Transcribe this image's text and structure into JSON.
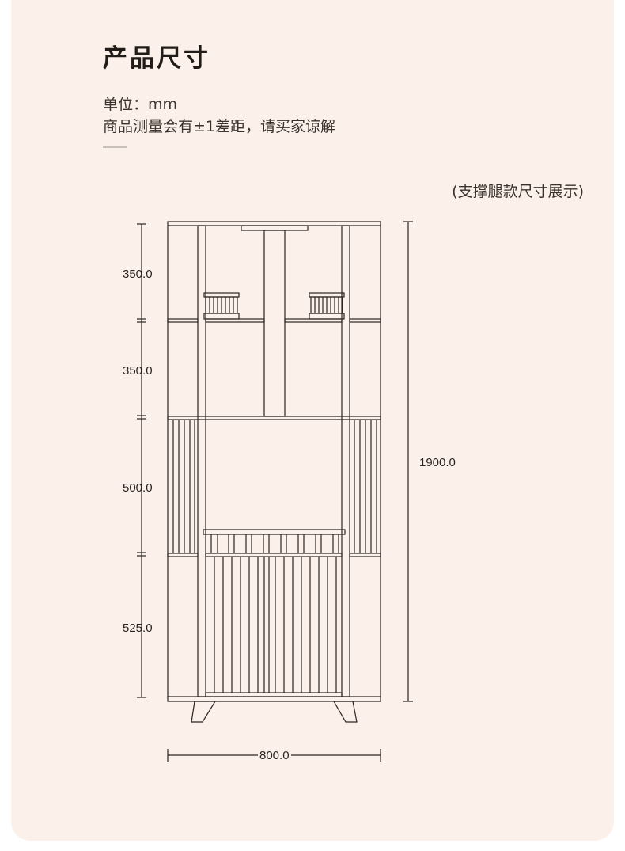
{
  "header": {
    "title": "产品尺寸",
    "unit_line": "单位：mm",
    "note_line": "商品测量会有±1差距，请买家谅解"
  },
  "caption": "(支撑腿款尺寸展示)",
  "dimensions": {
    "heights": [
      "350.0",
      "350.0",
      "500.0",
      "525.0"
    ],
    "total_height": "1900.0",
    "width": "800.0"
  },
  "colors": {
    "background": "#fbf0ea",
    "line": "#2a2420"
  }
}
